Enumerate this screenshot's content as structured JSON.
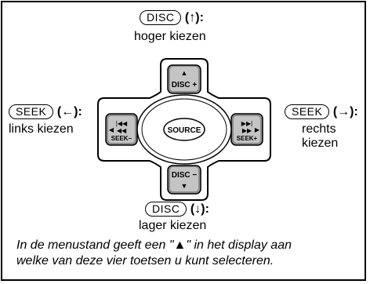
{
  "labels": {
    "top": {
      "button": "DISC",
      "arrow": "(↑):",
      "desc": "hoger kiezen"
    },
    "left": {
      "button": "SEEK",
      "arrow": "(←):",
      "desc": "links kiezen"
    },
    "right": {
      "button": "SEEK",
      "arrow": "(→):",
      "desc_line1": "rechts",
      "desc_line2": "kiezen"
    },
    "bottom": {
      "button": "DISC",
      "arrow": "(↓):",
      "desc": "lager kiezen"
    }
  },
  "pad": {
    "center": "SOURCE",
    "up_key": "DISC +",
    "down_key": "DISC −",
    "left_key": "SEEK−",
    "right_key": "SEEK+"
  },
  "note": {
    "line1": "In de menustand geeft een \"▲\" in het display aan",
    "line2": "welke van deze vier toetsen u kunt selecteren."
  },
  "colors": {
    "key_gray": "#bdbdbd",
    "key_dark": "#8c8c8c",
    "ring": "#ffffff"
  }
}
